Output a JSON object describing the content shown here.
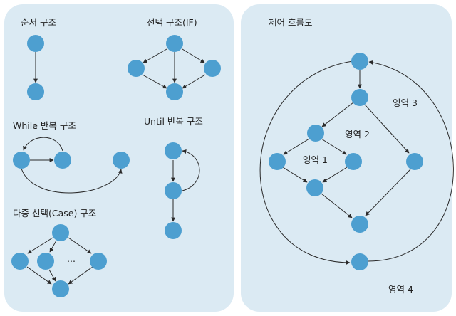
{
  "panels": {
    "left": {
      "sequence_title": "순서 구조",
      "selection_title": "선택 구조(IF)",
      "while_title": "While 반복 구조",
      "until_title": "Until  반복 구조",
      "case_title": "다중 선택(Case) 구조",
      "case_ellipsis": "..."
    },
    "right": {
      "title": "제어 흐름도",
      "region1": "영역 1",
      "region2": "영역 2",
      "region3": "영역 3",
      "region4": "영역 4"
    }
  },
  "colors": {
    "panel_bg": "#dbeaf3",
    "node_fill": "#4d9fd0",
    "edge": "#2a2a2a"
  }
}
